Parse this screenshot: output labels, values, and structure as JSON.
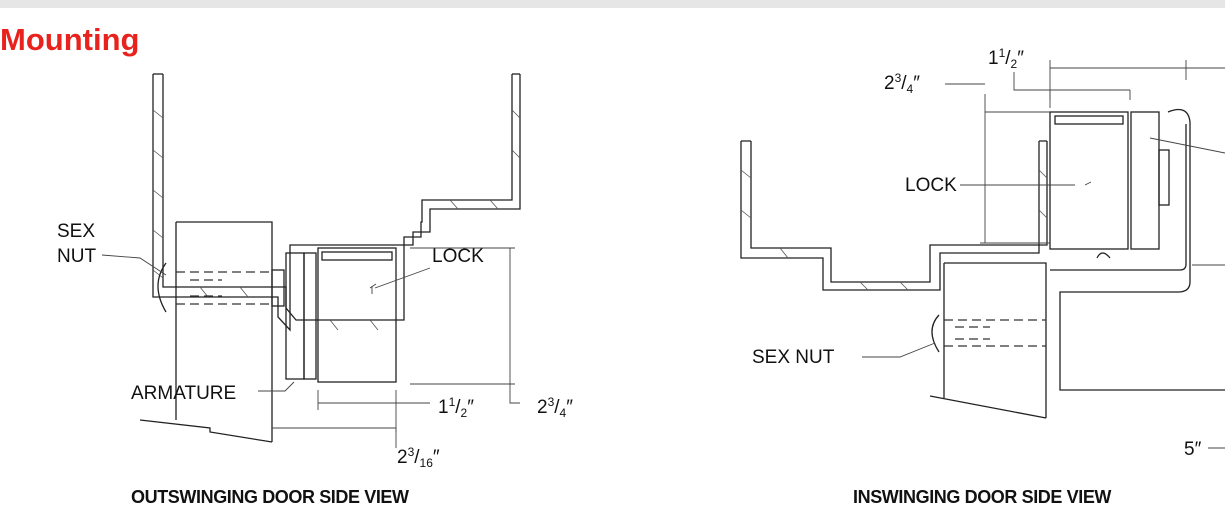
{
  "heading": "Mounting",
  "outswing": {
    "caption": "OUTSWINGING DOOR SIDE VIEW",
    "sex_nut_line1": "SEX",
    "sex_nut_line2": "NUT",
    "lock": "LOCK",
    "armature": "ARMATURE",
    "dim_width_whole": "1",
    "dim_width_sup": "1",
    "dim_width_sub": "2",
    "dim_height_whole": "2",
    "dim_height_sup": "3",
    "dim_height_sub": "4",
    "dim_offset_whole": "2",
    "dim_offset_sup": "3",
    "dim_offset_sub": "16"
  },
  "inswing": {
    "caption": "INSWINGING DOOR SIDE VIEW",
    "lock": "LOCK",
    "sex_nut": "SEX NUT",
    "dim_top_whole": "1",
    "dim_top_sup": "1",
    "dim_top_sub": "2",
    "dim_height_whole": "2",
    "dim_height_sup": "3",
    "dim_height_sub": "4",
    "dim_five": "5″"
  },
  "colors": {
    "heading": "#e8231d",
    "topbar": "#e6e6e6"
  }
}
